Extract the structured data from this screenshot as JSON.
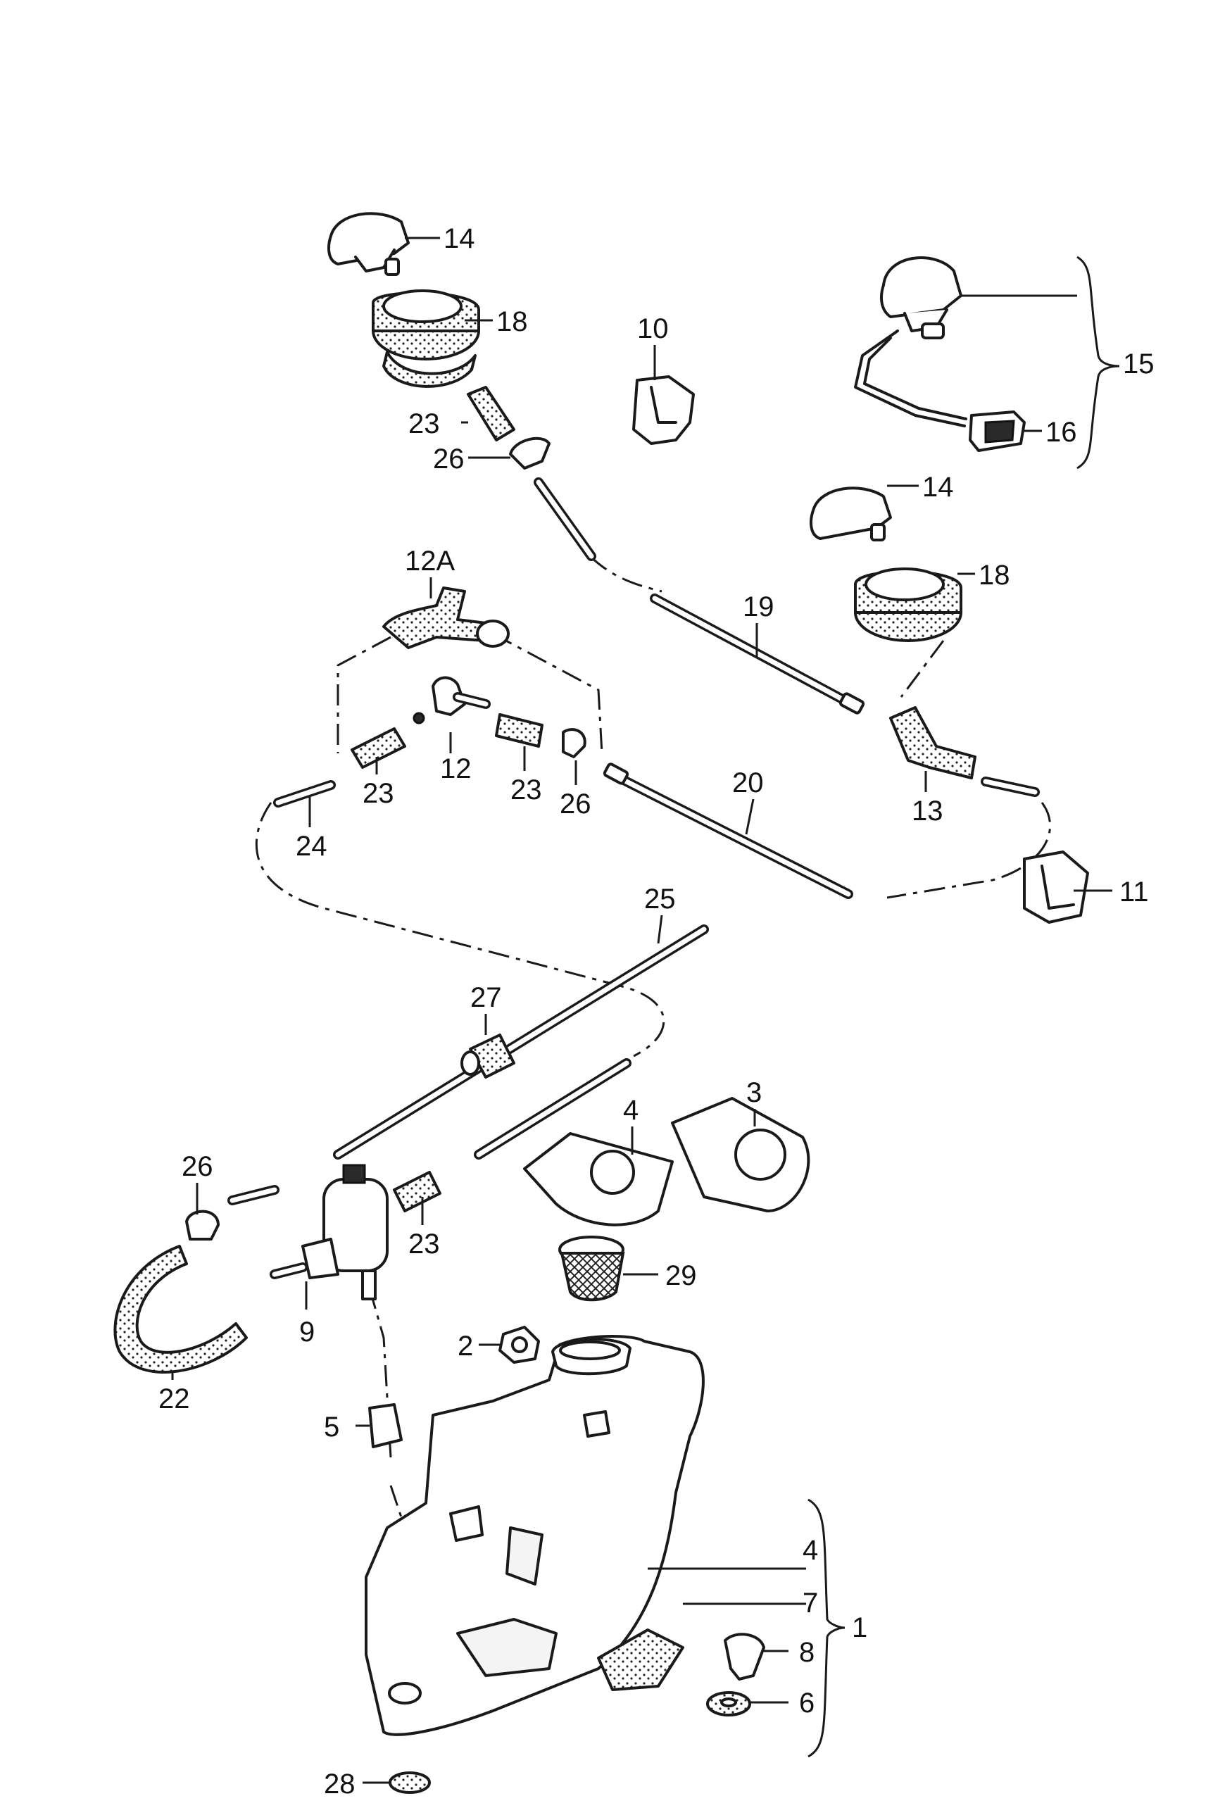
{
  "diagram": {
    "labels": {
      "l14a": "14",
      "l18a": "18",
      "l23a": "23",
      "l26a": "26",
      "l10": "10",
      "l15": "15",
      "l16": "16",
      "l14b": "14",
      "l18b": "18",
      "l12A": "12A",
      "l19": "19",
      "l12": "12",
      "l23b": "23",
      "l26b": "26",
      "l24": "24",
      "l23c": "23",
      "l20": "20",
      "l13": "13",
      "l11": "11",
      "l25": "25",
      "l27": "27",
      "l4a": "4",
      "l3": "3",
      "l26c": "26",
      "l29": "29",
      "l23d": "23",
      "l9": "9",
      "l22": "22",
      "l2": "2",
      "l5": "5",
      "l4b": "4",
      "l7": "7",
      "l1": "1",
      "l8": "8",
      "l6": "6",
      "l28": "28"
    }
  }
}
